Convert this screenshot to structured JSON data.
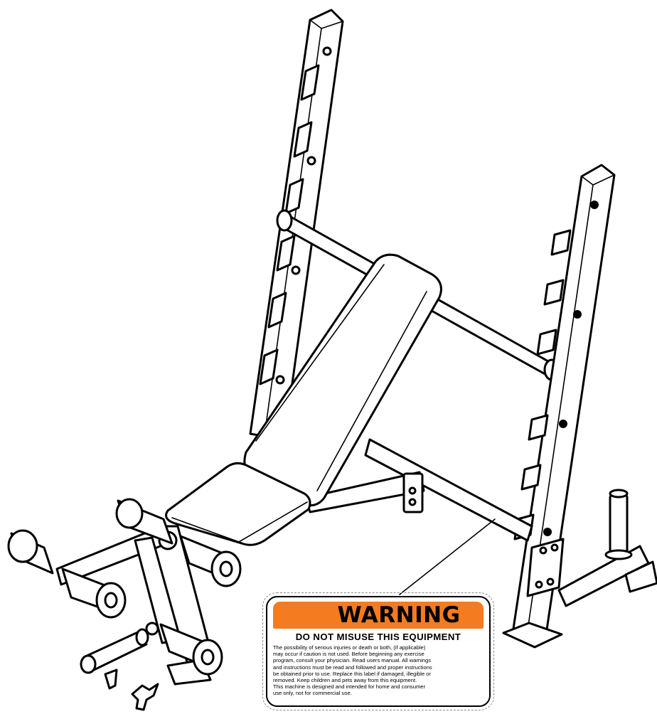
{
  "warning_label": {
    "signal_word": "WARNING",
    "headline": "DO NOT MISUSE THIS EQUIPMENT",
    "body_lines": [
      "The possibility of serious injuries or death or both, (if applicable)",
      "may occur if caution is not used. Before beginning any exercise",
      "program, consult your physician. Read users manual. All warnings",
      "and instructions must be read and followed and proper instructions",
      "be obtained prior to use. Replace this label if damaged, illegible or",
      "removed. Keep children and pets away from this equipment.",
      "This machine is designed and intended for home and consumer",
      "use only, not for commercial use."
    ],
    "band_color": "#f47b20",
    "icon": "warning-triangle-icon"
  },
  "illustration": {
    "subject": "weight-bench-with-barbell-rack",
    "line_color": "#000000"
  }
}
